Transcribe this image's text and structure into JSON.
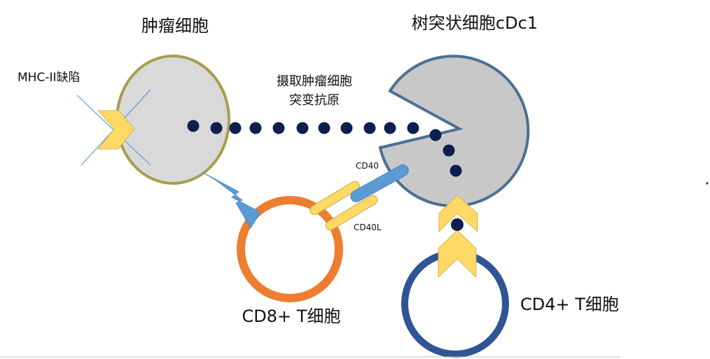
{
  "labels": {
    "tumor_cell": "肿瘤细胞",
    "dendritic_cell": "树突状细胞cDc1",
    "mhc_deficiency": "MHC-II缺陷",
    "uptake_line1": "摄取肿瘤细胞",
    "uptake_line2": "突变抗原",
    "cd40": "CD40",
    "cd40l": "CD40L",
    "cd8_t_cell": "CD8+ T细胞",
    "cd4_t_cell": "CD4+ T细胞"
  },
  "colors": {
    "tumor_fill": "#d9d9d9",
    "tumor_stroke": "#a79d4e",
    "dc_fill": "#c8c8c8",
    "dc_stroke": "#4c6f94",
    "antigen_dot": "#0d1f4f",
    "mhc_yellow": "#ffd966",
    "cd40_blue": "#5b9bd5",
    "cd40l_yellow": "#ffd966",
    "cd8_ring": "#ed7d31",
    "cd4_ring": "#2f5597",
    "thin_line": "#5b9bd5"
  }
}
